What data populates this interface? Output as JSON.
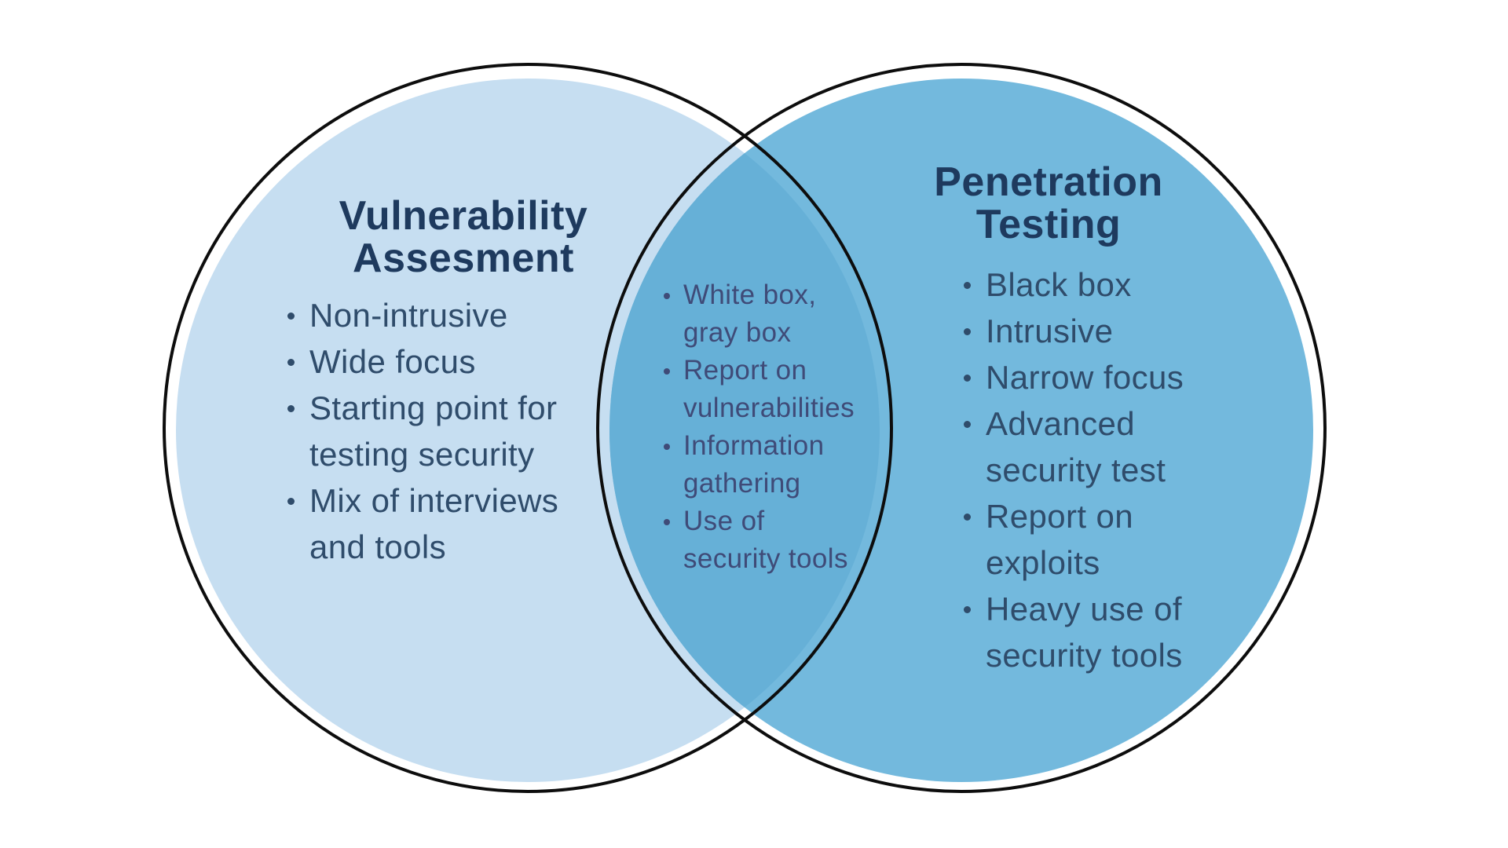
{
  "diagram": {
    "type": "venn",
    "left": {
      "title": "Vulnerability\nAssesment",
      "items": [
        "Non-intrusive",
        "Wide focus",
        "Starting point for\ntesting security",
        "Mix of interviews\nand tools"
      ]
    },
    "middle": {
      "items": [
        "White box,\ngray box",
        "Report on\nvulnerabilities",
        "Information\ngathering",
        "Use of\nsecurity tools"
      ]
    },
    "right": {
      "title": "Penetration\nTesting",
      "items": [
        "Black box",
        "Intrusive",
        "Narrow focus",
        "Advanced\nsecurity test",
        "Report on\nexploits",
        "Heavy use of\nsecurity tools"
      ]
    },
    "colors": {
      "background": "#ffffff",
      "left_fill": "#c6def1",
      "right_fill": "#73b9dd",
      "overlap_fill": "#66b0d7",
      "outline": "#0d0d0d",
      "title_text": "#1e3a5e",
      "body_text": "#2f4c6b",
      "middle_text": "#3f4b78"
    }
  }
}
